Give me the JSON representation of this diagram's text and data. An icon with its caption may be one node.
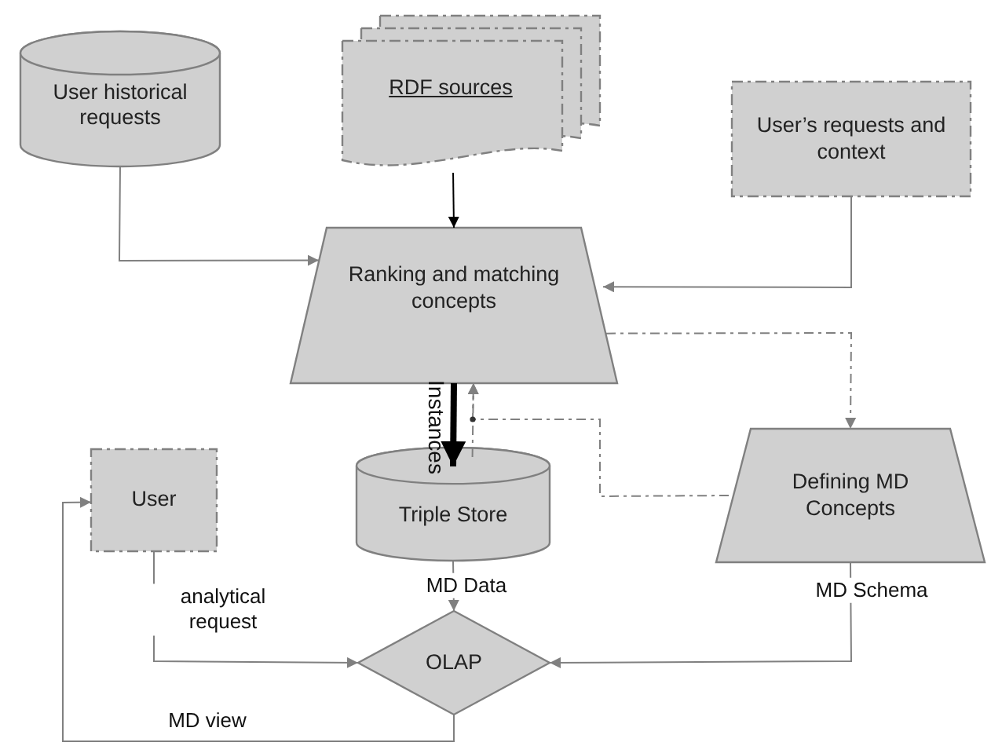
{
  "diagram": {
    "nodes": [
      {
        "text": [
          "User historical requests"
        ]
      },
      {
        "text": [
          "RDF sources"
        ]
      },
      {
        "text": [
          "User’s requests and context"
        ]
      },
      {
        "text": [
          "Ranking and matching concepts"
        ]
      },
      {
        "text": [
          "User"
        ]
      },
      {
        "text": [
          "Triple Store"
        ]
      },
      {
        "text": [
          "Defining MD Concepts"
        ]
      },
      {
        "text": [
          "OLAP"
        ]
      }
    ],
    "edges": [
      {
        "from": 0,
        "to": 3,
        "arrow": "to"
      },
      {
        "from": 1,
        "to": 3,
        "arrow": "to",
        "color": "#000000"
      },
      {
        "from": 2,
        "to": 3,
        "arrow": "to"
      },
      {
        "from": 3,
        "to": 5,
        "arrow": "to",
        "label": "Instances",
        "style": "thick",
        "color": "#000000"
      },
      {
        "from": 5,
        "to": 3,
        "arrow": "to",
        "style": "dashed"
      },
      {
        "from": 6,
        "to": 3,
        "arrow": "to",
        "style": "dashed"
      },
      {
        "from": 3,
        "to": 6,
        "arrow": "to",
        "style": "dashed"
      },
      {
        "from": 5,
        "to": 7,
        "arrow": "to",
        "label": "MD Data"
      },
      {
        "from": 4,
        "to": 7,
        "arrow": "to",
        "label": "analytical request"
      },
      {
        "from": 6,
        "to": 7,
        "arrow": "to",
        "label": "MD Schema"
      },
      {
        "from": 7,
        "to": 4,
        "arrow": "to",
        "label": "MD view"
      }
    ]
  }
}
